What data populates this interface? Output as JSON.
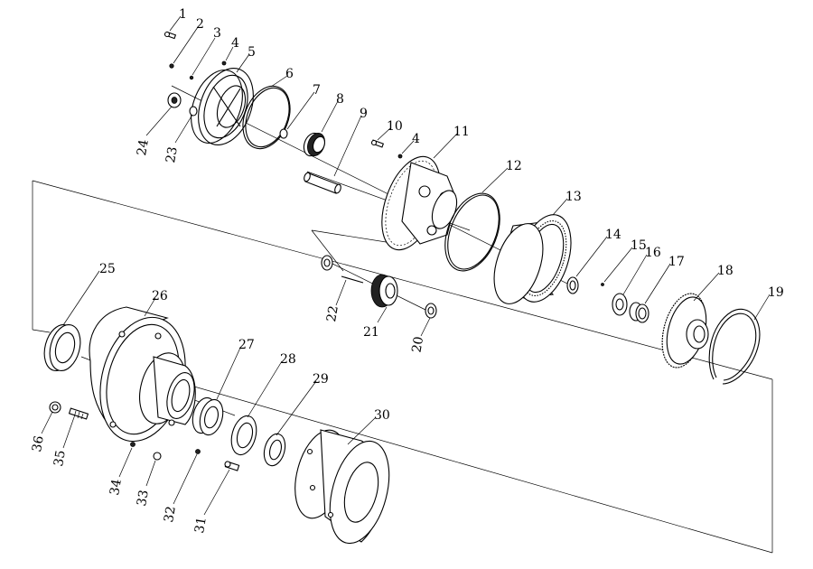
{
  "labels": [
    {
      "id": "1",
      "text": "1"
    },
    {
      "id": "2",
      "text": "2"
    },
    {
      "id": "3",
      "text": "3"
    },
    {
      "id": "4a",
      "text": "4"
    },
    {
      "id": "5",
      "text": "5"
    },
    {
      "id": "6",
      "text": "6"
    },
    {
      "id": "7",
      "text": "7"
    },
    {
      "id": "8",
      "text": "8"
    },
    {
      "id": "9",
      "text": "9"
    },
    {
      "id": "10",
      "text": "10"
    },
    {
      "id": "4b",
      "text": "4"
    },
    {
      "id": "11",
      "text": "11"
    },
    {
      "id": "12",
      "text": "12"
    },
    {
      "id": "13",
      "text": "13"
    },
    {
      "id": "14",
      "text": "14"
    },
    {
      "id": "15",
      "text": "15"
    },
    {
      "id": "16",
      "text": "16"
    },
    {
      "id": "17",
      "text": "17"
    },
    {
      "id": "18",
      "text": "18"
    },
    {
      "id": "19",
      "text": "19"
    },
    {
      "id": "20",
      "text": "20"
    },
    {
      "id": "21",
      "text": "21"
    },
    {
      "id": "22",
      "text": "22"
    },
    {
      "id": "23",
      "text": "23"
    },
    {
      "id": "24",
      "text": "24"
    },
    {
      "id": "25",
      "text": "25"
    },
    {
      "id": "26",
      "text": "26"
    },
    {
      "id": "27",
      "text": "27"
    },
    {
      "id": "28",
      "text": "28"
    },
    {
      "id": "29",
      "text": "29"
    },
    {
      "id": "30",
      "text": "30"
    },
    {
      "id": "31",
      "text": "31"
    },
    {
      "id": "32",
      "text": "32"
    },
    {
      "id": "33",
      "text": "33"
    },
    {
      "id": "34",
      "text": "34"
    },
    {
      "id": "35",
      "text": "35"
    },
    {
      "id": "36",
      "text": "36"
    }
  ]
}
